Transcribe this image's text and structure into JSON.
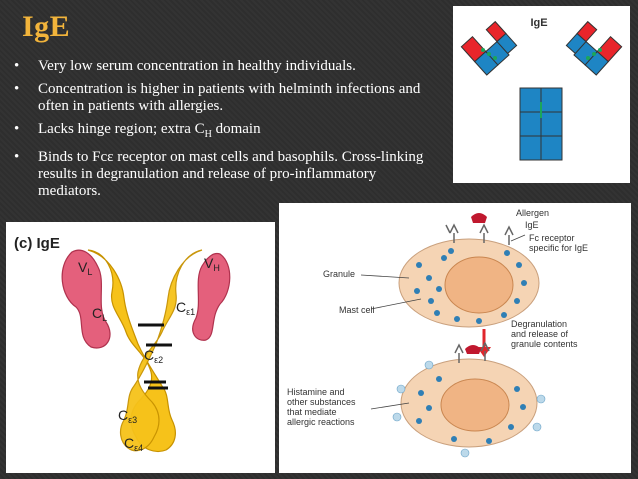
{
  "slide": {
    "title": "IgE",
    "bullets": [
      {
        "text": "Very low serum concentration in healthy individuals."
      },
      {
        "text": "Concentration is higher in patients with helminth infections and often in patients with allergies."
      },
      {
        "text_pre": "Lacks hinge region; extra C",
        "sub": "H",
        "text_post": " domain"
      },
      {
        "text": "Binds to Fcε receptor on mast cells and basophils. Cross-linking results in degranulation and release of pro-inflammatory mediators."
      }
    ],
    "bullet_char": "•"
  },
  "figure_structure": {
    "label": "IgE",
    "colors": {
      "variable": "#e8252b",
      "constant": "#1e85c4",
      "light_chain_edge": "#1ba65a"
    }
  },
  "figure_chain": {
    "label": "(c) IgE",
    "domains": {
      "vl": "V",
      "vl_sub": "L",
      "cl": "C",
      "cl_sub": "L",
      "vh": "V",
      "vh_sub": "H",
      "ce1": "C",
      "ce1_sub": "ε1",
      "ce2": "C",
      "ce2_sub": "ε2",
      "ce3": "C",
      "ce3_sub": "ε3",
      "ce4": "C",
      "ce4_sub": "ε4"
    },
    "colors": {
      "heavy": "#f6c21a",
      "heavy_edge": "#c79200",
      "light": "#e4607c",
      "light_edge": "#b0324e"
    }
  },
  "figure_mast": {
    "labels": {
      "allergen": "Allergen",
      "ige": "IgE",
      "fc_receptor_1": "Fc receptor",
      "fc_receptor_2": "specific for IgE",
      "granule": "Granule",
      "mast_cell": "Mast cell",
      "degran_1": "Degranulation",
      "degran_2": "and release of",
      "degran_3": "granule contents",
      "histamine_1": "Histamine and",
      "histamine_2": "other substances",
      "histamine_3": "that mediate",
      "histamine_4": "allergic reactions"
    },
    "colors": {
      "cell": "#f5d4b4",
      "nucleus": "#f0b484",
      "granule": "#2f7fb5",
      "arrow": "#e0262c"
    }
  }
}
